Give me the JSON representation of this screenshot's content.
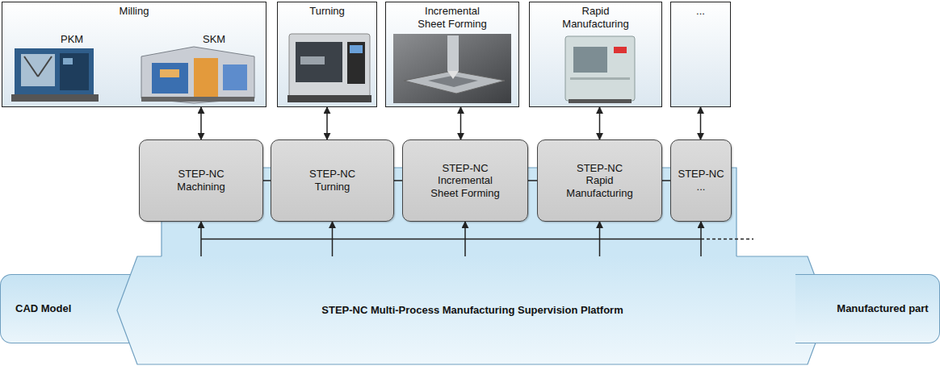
{
  "diagram": {
    "nodes": [
      {
        "text": [
          "Milling",
          "PKM",
          "SKM"
        ]
      },
      {
        "text": [
          "Turning"
        ]
      },
      {
        "text": [
          "Incremental Sheet Forming"
        ]
      },
      {
        "text": [
          "Rapid Manufacturing"
        ]
      },
      {
        "text": [
          "..."
        ]
      },
      {
        "text": [
          "STEP-NC Machining"
        ]
      },
      {
        "text": [
          "STEP-NC Turning"
        ]
      },
      {
        "text": [
          "STEP-NC Incremental Sheet Forming"
        ]
      },
      {
        "text": [
          "STEP-NC Rapid Manufacturing"
        ]
      },
      {
        "text": [
          "STEP-NC ..."
        ]
      },
      {
        "text": [
          "CAD Model"
        ]
      },
      {
        "text": [
          "STEP-NC Multi-Process Manufacturing Supervision Platform"
        ]
      },
      {
        "text": [
          "Manufactured part"
        ]
      }
    ],
    "edges": [
      {
        "from": 0,
        "to": 5,
        "arrow": "both"
      },
      {
        "from": 1,
        "to": 6,
        "arrow": "both"
      },
      {
        "from": 2,
        "to": 7,
        "arrow": "both"
      },
      {
        "from": 3,
        "to": 8,
        "arrow": "both"
      },
      {
        "from": 4,
        "to": 9,
        "arrow": "both"
      },
      {
        "from": 5,
        "to": 6,
        "arrow": "none"
      },
      {
        "from": 6,
        "to": 7,
        "arrow": "none"
      },
      {
        "from": 7,
        "to": 8,
        "arrow": "none"
      },
      {
        "from": 8,
        "to": 9,
        "arrow": "none"
      },
      {
        "from": 11,
        "to": 5,
        "arrow": "to"
      },
      {
        "from": 11,
        "to": 6,
        "arrow": "to"
      },
      {
        "from": 11,
        "to": 7,
        "arrow": "to"
      },
      {
        "from": 11,
        "to": 8,
        "arrow": "to"
      },
      {
        "from": 11,
        "to": 9,
        "arrow": "to"
      }
    ]
  }
}
